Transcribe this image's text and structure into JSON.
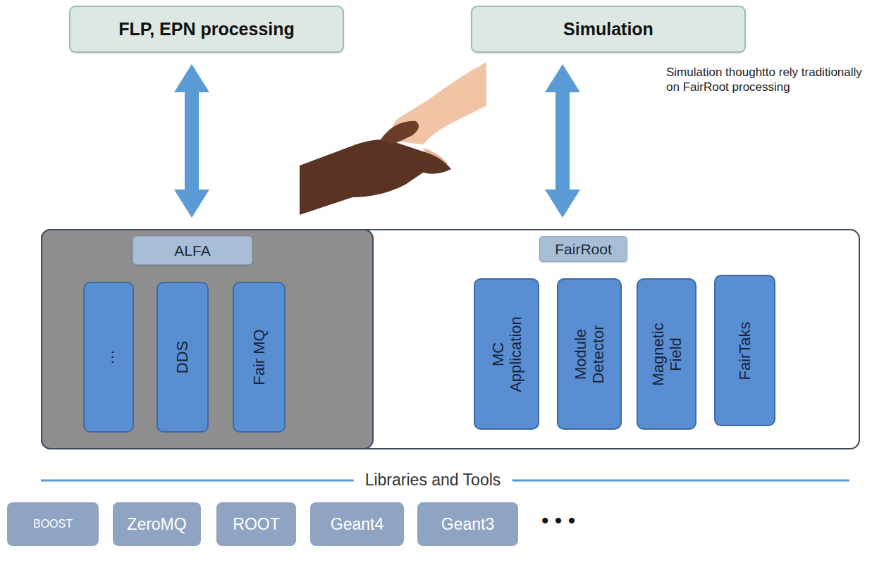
{
  "diagram": {
    "nodes": [
      {
        "text": [
          "FLP, EPN processing"
        ]
      },
      {
        "text": [
          "Simulation"
        ]
      },
      {
        "text": [
          "FairRoot"
        ]
      },
      {
        "text": [
          "ALFA"
        ],
        "in": 2
      },
      {
        "text": [
          "…"
        ],
        "in": 3
      },
      {
        "text": [
          "DDS"
        ],
        "in": 3
      },
      {
        "text": [
          "Fair MQ"
        ],
        "in": 3
      },
      {
        "text": [
          "MC Application"
        ],
        "in": 2
      },
      {
        "text": [
          "Module Detector"
        ],
        "in": 2
      },
      {
        "text": [
          "Magnetic Field"
        ],
        "in": 2
      },
      {
        "text": [
          "FairTaks"
        ],
        "in": 2
      },
      {
        "text": [
          "BOOST"
        ]
      },
      {
        "text": [
          "ZeroMQ"
        ]
      },
      {
        "text": [
          "ROOT"
        ]
      },
      {
        "text": [
          "Geant4"
        ]
      },
      {
        "text": [
          "Geant3"
        ]
      }
    ],
    "edges": [
      {
        "from": 0,
        "to": 3,
        "arrow": "both"
      },
      {
        "from": 1,
        "to": 2,
        "arrow": "both"
      }
    ],
    "labels": [
      "Simulation thoughtto rely traditionally on FairRoot processing",
      "Libraries and Tools",
      "• • •"
    ]
  }
}
